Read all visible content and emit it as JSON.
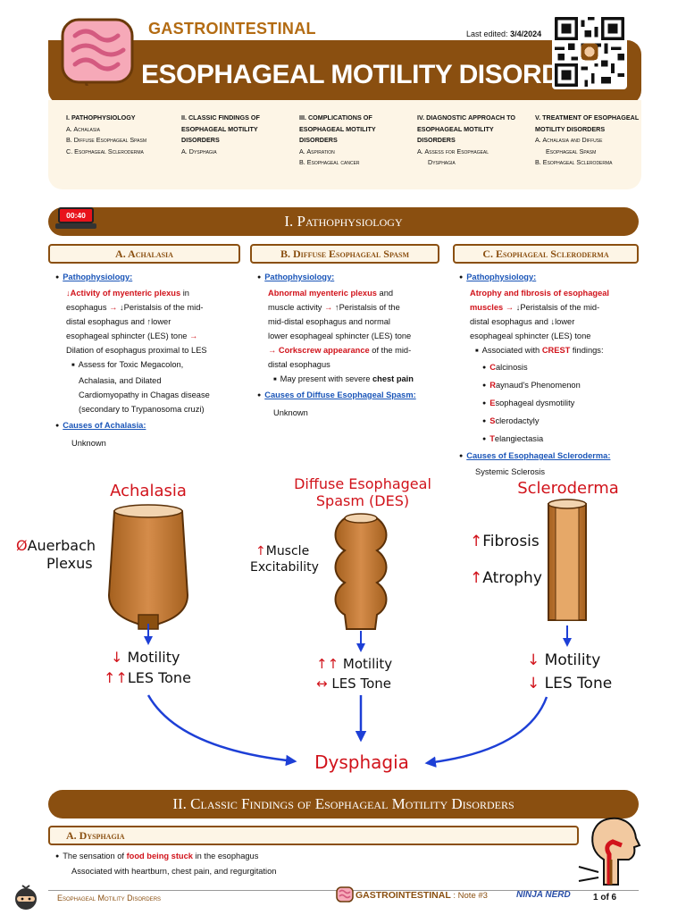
{
  "header": {
    "category": "GASTROINTESTINAL",
    "last_edited_label": "Last edited:",
    "last_edited_date": "3/4/2024",
    "title": "ESOPHAGEAL MOTILITY DISORDERS"
  },
  "toc": [
    {
      "head": "I. Pathophysiology",
      "items": [
        "A. Achalasia",
        "B. Diffuse Esophageal Spasm",
        "C. Esophageal Scleroderma"
      ]
    },
    {
      "head": "II. Classic Findings of Esophageal Motility Disorders",
      "items": [
        "A. Dysphagia"
      ]
    },
    {
      "head": "III. Complications of Esophageal Motility Disorders",
      "items": [
        "A. Aspiration",
        "B. Esophageal cancer"
      ]
    },
    {
      "head": "IV. Diagnostic Approach to Esophageal Motility Disorders",
      "items": [
        "A. Assess for Esophageal",
        "Dysphagia"
      ]
    },
    {
      "head": "V. Treatment of Esophageal Motility Disorders",
      "items": [
        "A. Achalasia and Diffuse",
        "Esophageal Spasm",
        "B. Esophageal Scleroderma"
      ]
    }
  ],
  "section1": {
    "timer": "00:40",
    "title": "I. Pathophysiology",
    "tab_a": "A. Achalasia",
    "tab_b": "B. Diffuse Esophageal Spasm",
    "tab_c": "C. Esophageal Scleroderma"
  },
  "col_a": {
    "patho_head": "Pathophysiology:",
    "l1_red": "↓Activity of myenteric plexus",
    "l1_rest": " in",
    "l2": "esophagus",
    "l2_arrow": " → ",
    "l2_rest": "↓Peristalsis of the mid-",
    "l3": "distal esophagus and ↑lower",
    "l4": "esophageal sphincter (LES) tone",
    "l4_arrow": " →",
    "l5": "Dilation of esophagus proximal to LES",
    "s1": "Assess for Toxic Megacolon,",
    "s2": "Achalasia, and Dilated",
    "s3": "Cardiomyopathy in Chagas disease",
    "s4": "(secondary to Trypanosoma cruzi)",
    "causes_head": "Causes of Achalasia:",
    "causes": "Unknown"
  },
  "col_b": {
    "patho_head": "Pathophysiology:",
    "l1_red": "Abnormal myenteric plexus",
    "l1_rest": " and",
    "l2": "muscle activity",
    "l2_arrow": " → ",
    "l2_rest": "↑Peristalsis of the",
    "l3": "mid-distal esophagus and normal",
    "l4": "lower esophageal sphincter (LES) tone",
    "l5_red": "→ Corkscrew appearance",
    "l5_rest": " of the mid-",
    "l6": "distal esophagus",
    "s1": "May present with severe ",
    "s1_bold": "chest pain",
    "causes_head": "Causes of Diffuse Esophageal Spasm:",
    "causes": "Unknown"
  },
  "col_c": {
    "patho_head": "Pathophysiology:",
    "l1_red": "Atrophy and fibrosis of esophageal",
    "l2_red": "muscles",
    "l2_arrow": " → ",
    "l2_rest": "↓Peristalsis of the mid-",
    "l3": "distal esophagus and ↓lower",
    "l4": "esophageal sphincter (LES) tone",
    "s1": "Associated with ",
    "s1_red": "CREST",
    "s1_rest": " findings:",
    "crest": [
      {
        "letter": "C",
        "rest": "alcinosis"
      },
      {
        "letter": "R",
        "rest": "aynaud's Phenomenon"
      },
      {
        "letter": "E",
        "rest": "sophageal dysmotility"
      },
      {
        "letter": "S",
        "rest": "clerodactyly"
      },
      {
        "letter": "T",
        "rest": "elangiectasia"
      }
    ],
    "causes_head": "Causes of Esophageal Scleroderma:",
    "causes": "Systemic Sclerosis"
  },
  "diagram": {
    "achalasia_title": "Achalasia",
    "des_title_1": "Diffuse Esophageal",
    "des_title_2": "Spasm (DES)",
    "sclero_title": "Scleroderma",
    "ach_side_symbol": "Ø",
    "ach_side_1": "Auerbach",
    "ach_side_2": "Plexus",
    "des_side_1": "Muscle",
    "des_side_2": "Excitability",
    "scl_side_1": "Fibrosis",
    "scl_side_2": "Atrophy",
    "ach_motility": "Motility",
    "ach_les": "LES Tone",
    "des_motility": "Motility",
    "des_les": "LES Tone",
    "scl_motility": "Motility",
    "scl_les": "LES Tone",
    "outcome": "Dysphagia"
  },
  "section2": {
    "title": "II. Classic Findings of Esophageal Motility Disorders",
    "tab_a": "A. Dysphagia",
    "l1_pre": "The sensation of ",
    "l1_red": "food being stuck",
    "l1_post": " in the esophagus",
    "l2": "Associated with heartburn, chest pain, and regurgitation"
  },
  "footer": {
    "left": "Esophageal Motility Disorders",
    "mid": "GASTROINTESTINAL",
    "note": " : Note #3",
    "brand": "NINJA NERD",
    "page": "1 of 6"
  },
  "colors": {
    "brown": "#8a4f10",
    "gold": "#b36b12",
    "red": "#d1131b",
    "blue": "#1a55b8",
    "cream": "#fdf5e6"
  }
}
